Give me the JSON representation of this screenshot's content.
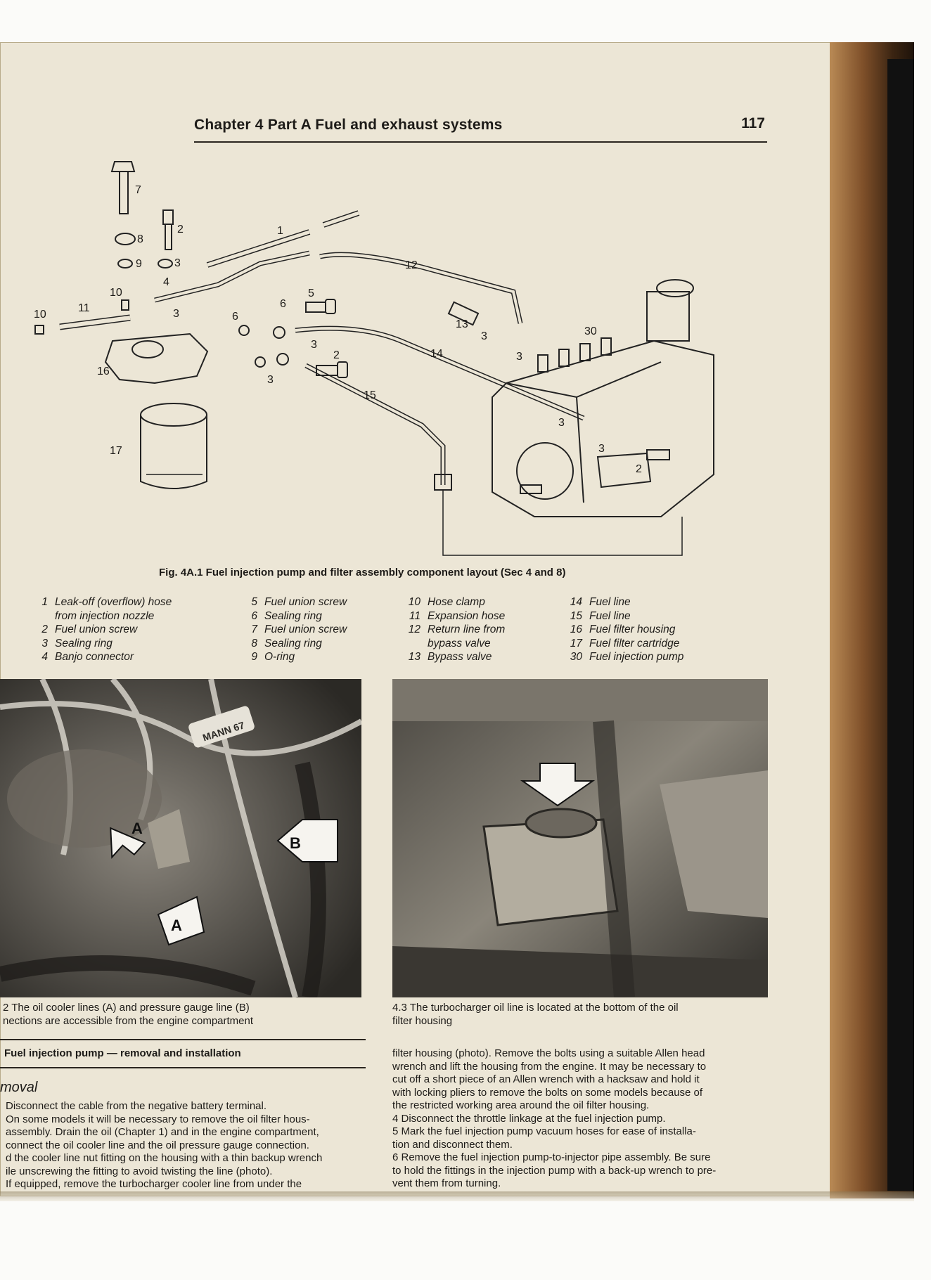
{
  "header": {
    "title": "Chapter 4  Part A   Fuel and exhaust systems",
    "page_number": "117"
  },
  "diagram": {
    "labels": [
      "7",
      "2",
      "1",
      "8",
      "9",
      "3",
      "12",
      "10",
      "4",
      "5",
      "6",
      "6",
      "11",
      "10",
      "3",
      "13",
      "3",
      "3",
      "30",
      "14",
      "2",
      "3",
      "16",
      "3",
      "15",
      "3",
      "3",
      "2",
      "17"
    ]
  },
  "figure": {
    "caption": "Fig. 4A.1 Fuel injection pump and filter assembly component layout (Sec 4 and 8)"
  },
  "legend": {
    "col1": [
      {
        "n": "1",
        "t": "Leak-off (overflow) hose"
      },
      {
        "n": "",
        "t": "from injection nozzle"
      },
      {
        "n": "2",
        "t": "Fuel union screw"
      },
      {
        "n": "3",
        "t": "Sealing ring"
      },
      {
        "n": "4",
        "t": "Banjo connector"
      }
    ],
    "col2": [
      {
        "n": "5",
        "t": "Fuel union screw"
      },
      {
        "n": "6",
        "t": "Sealing ring"
      },
      {
        "n": "7",
        "t": "Fuel union screw"
      },
      {
        "n": "8",
        "t": "Sealing ring"
      },
      {
        "n": "9",
        "t": "O-ring"
      }
    ],
    "col3": [
      {
        "n": "10",
        "t": "Hose clamp"
      },
      {
        "n": "11",
        "t": "Expansion hose"
      },
      {
        "n": "12",
        "t": "Return line from"
      },
      {
        "n": "",
        "t": "bypass valve"
      },
      {
        "n": "13",
        "t": "Bypass valve"
      }
    ],
    "col4": [
      {
        "n": "14",
        "t": "Fuel line"
      },
      {
        "n": "15",
        "t": "Fuel line"
      },
      {
        "n": "16",
        "t": "Fuel filter housing"
      },
      {
        "n": "17",
        "t": "Fuel filter cartridge"
      },
      {
        "n": "30",
        "t": "Fuel injection pump"
      }
    ]
  },
  "photo_left": {
    "labels": [
      "A",
      "B",
      "A"
    ],
    "sticker": "MANN 67",
    "caption_line1": "2   The oil cooler lines (A) and pressure gauge line (B)",
    "caption_line2": "nections are accessible from the engine compartment"
  },
  "photo_right": {
    "caption_line1": "4.3   The turbocharger oil line is located at the bottom of the oil",
    "caption_line2": "filter housing"
  },
  "section": {
    "heading": "Fuel injection pump — removal and installation",
    "subheading": "moval"
  },
  "left_body": [
    "Disconnect the cable from the negative battery terminal.",
    "On some models it will be necessary to remove the oil filter hous-",
    "assembly. Drain the oil (Chapter 1) and in the engine compartment,",
    "connect the oil cooler line and the oil pressure gauge connection.",
    "d the cooler line nut fitting on the housing with a thin backup wrench",
    "ile unscrewing the fitting to avoid twisting the line (photo).",
    "If equipped, remove the turbocharger cooler line from under the"
  ],
  "right_body": [
    "filter housing (photo). Remove the bolts using a suitable Allen head",
    "wrench and lift the housing from the engine. It may be necessary to",
    "cut off a short piece of an Allen wrench with a hacksaw and hold it",
    "with locking pliers to remove the bolts on some models because of",
    "the restricted working area around the oil filter housing.",
    "4     Disconnect the throttle linkage at the fuel injection pump.",
    "5     Mark the fuel injection pump vacuum hoses for ease of installa-",
    "tion and disconnect them.",
    "6     Remove the fuel injection pump-to-injector pipe assembly. Be sure",
    "to hold the fittings in the injection pump with a back-up wrench to pre-",
    "vent them from turning."
  ]
}
